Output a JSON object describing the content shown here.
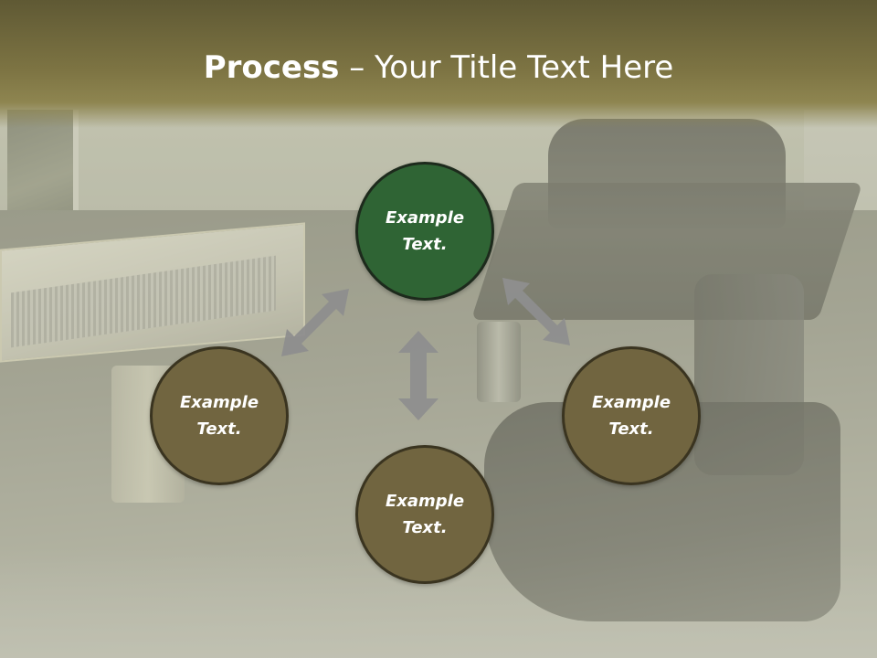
{
  "title": {
    "bold": "Process",
    "rest": " – Your Title Text Here"
  },
  "nodes": {
    "top": {
      "text": "Example\nText."
    },
    "left": {
      "text": "Example\nText."
    },
    "right": {
      "text": "Example\nText."
    },
    "bottom": {
      "text": "Example\nText."
    }
  },
  "colors": {
    "title_band": "#7d7443",
    "center_node": "#2f6434",
    "side_node": "#716540",
    "arrow": "#8e8e8e",
    "text": "#ffffff"
  },
  "icons": {
    "arrow_left": "double-headed-arrow",
    "arrow_right": "double-headed-arrow",
    "arrow_vertical": "double-headed-arrow"
  }
}
